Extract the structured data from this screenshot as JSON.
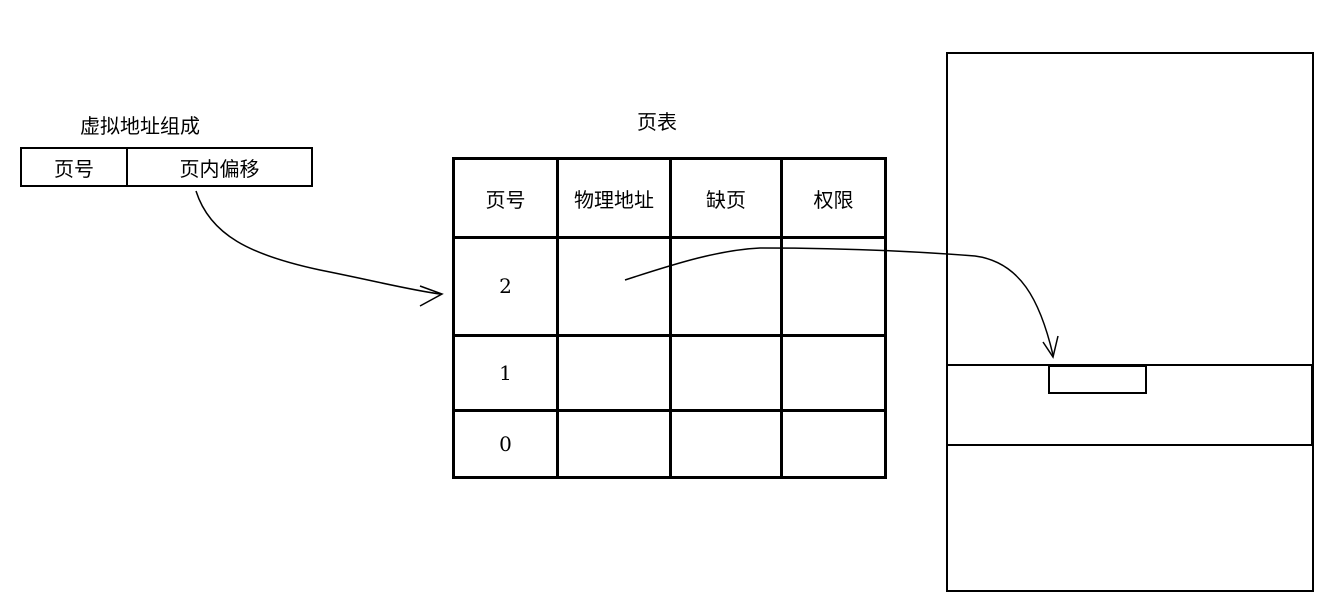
{
  "virtual_address": {
    "title": "虚拟地址组成",
    "fields": [
      "页号",
      "页内偏移"
    ]
  },
  "page_table": {
    "title": "页表",
    "columns": [
      "页号",
      "物理地址",
      "缺页",
      "权限"
    ],
    "rows": [
      {
        "page": "2",
        "physical": "",
        "missing": "",
        "permission": ""
      },
      {
        "page": "1",
        "physical": "",
        "missing": "",
        "permission": ""
      },
      {
        "page": "0",
        "physical": "",
        "missing": "",
        "permission": ""
      }
    ]
  },
  "memory": {
    "label": ""
  }
}
